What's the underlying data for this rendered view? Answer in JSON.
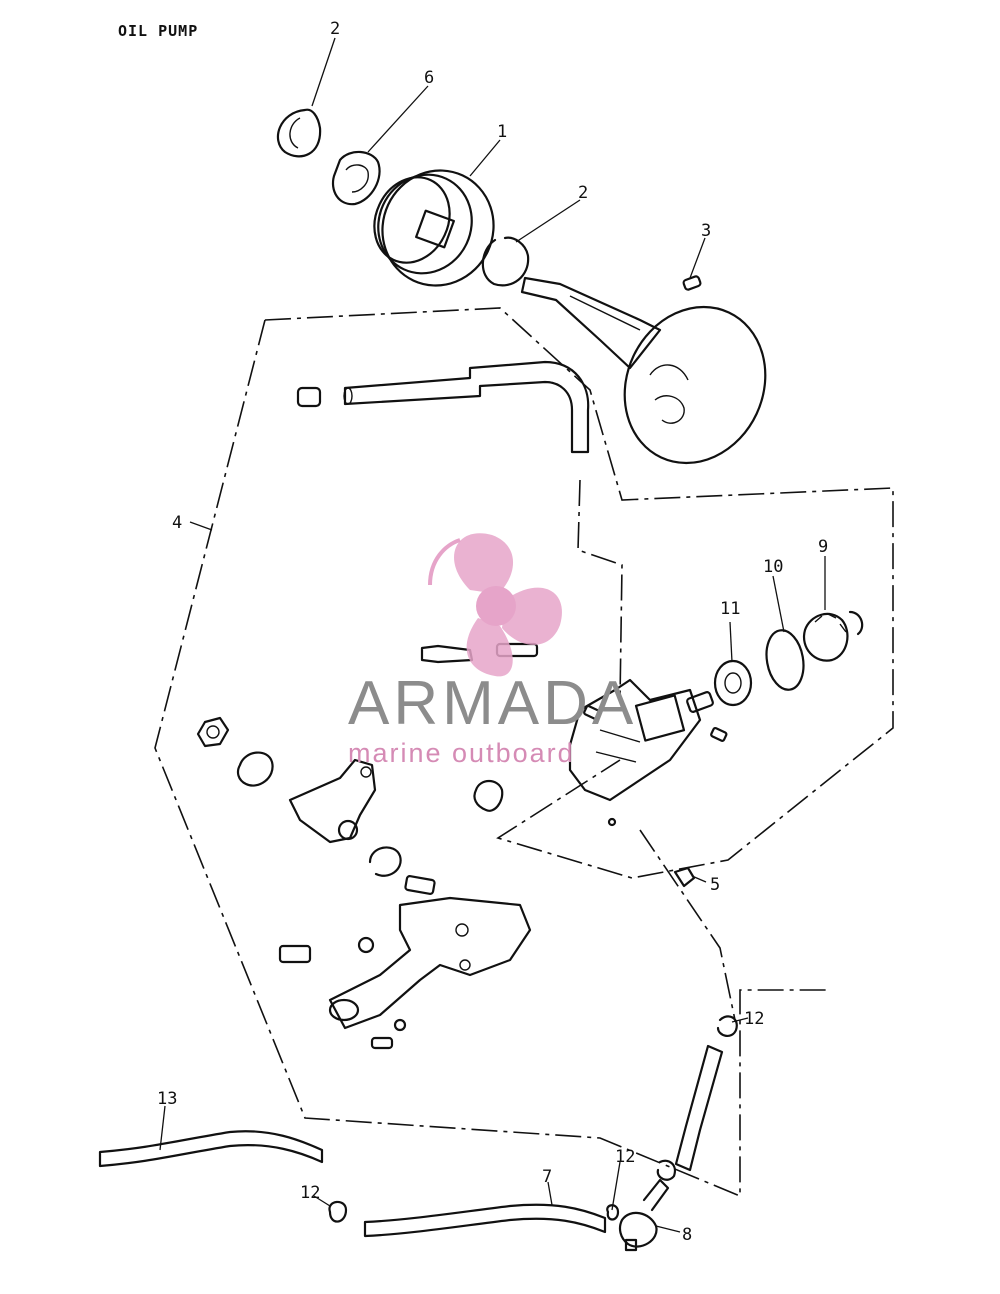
{
  "title": "OIL PUMP",
  "watermark": {
    "brand": "ARMADA",
    "tagline": "marine outboard",
    "logo_icon": "propeller-icon",
    "accent_color": "#e6a4c9"
  },
  "callouts": [
    "2",
    "6",
    "1",
    "2",
    "3",
    "4",
    "9",
    "10",
    "11",
    "5",
    "12",
    "13",
    "12",
    "12",
    "7",
    "8"
  ]
}
